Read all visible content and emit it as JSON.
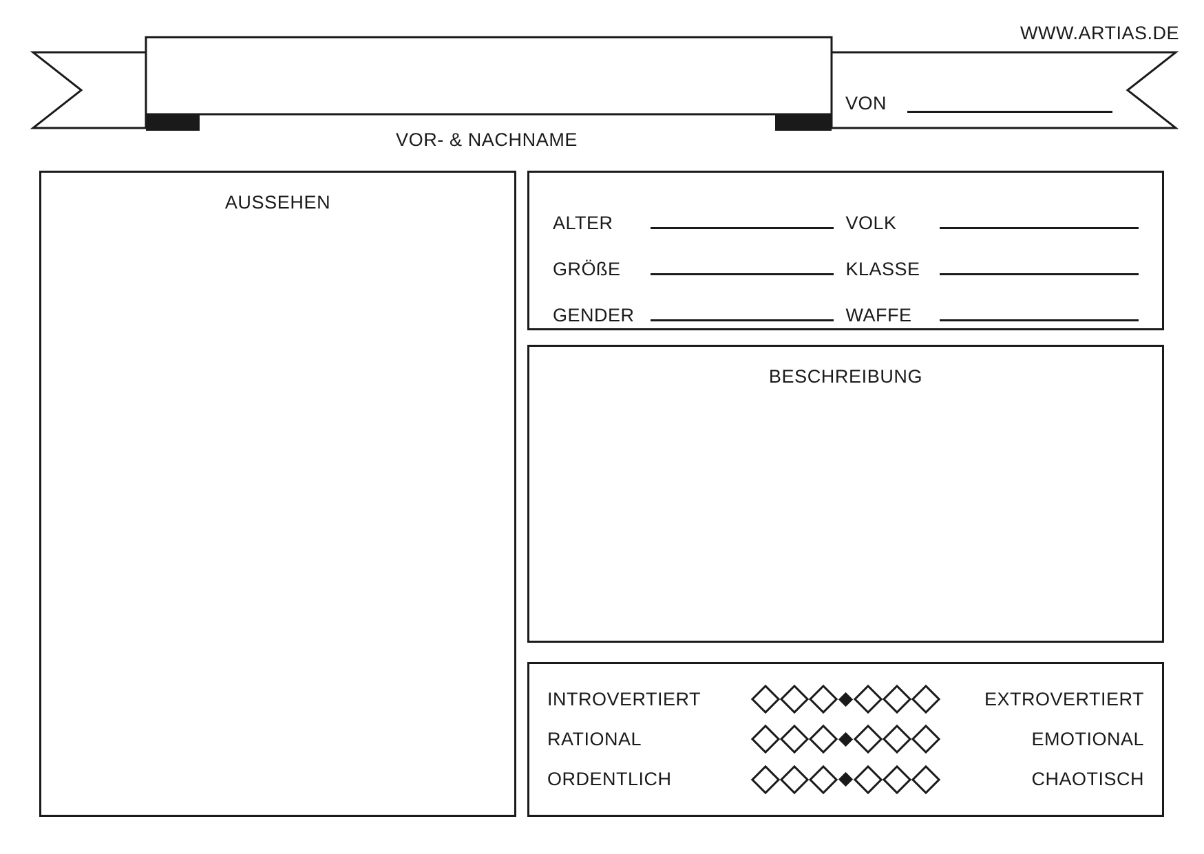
{
  "header": {
    "site_url": "WWW.ARTIAS.DE",
    "von_label": "VON",
    "name_caption": "VOR- & NACHNAME"
  },
  "appearance": {
    "title": "AUSSEHEN"
  },
  "description": {
    "title": "BESCHREIBUNG"
  },
  "attributes": {
    "rows": [
      {
        "left_label": "ALTER",
        "right_label": "VOLK"
      },
      {
        "left_label": "GRÖßE",
        "right_label": "KLASSE"
      },
      {
        "left_label": "GENDER",
        "right_label": "WAFFE"
      }
    ]
  },
  "personality": {
    "steps_per_side": 3,
    "rows": [
      {
        "left_label": "INTROVERTIERT",
        "right_label": "EXTROVERTIERT"
      },
      {
        "left_label": "RATIONAL",
        "right_label": "EMOTIONAL"
      },
      {
        "left_label": "ORDENTLICH",
        "right_label": "CHAOTISCH"
      }
    ]
  },
  "colors": {
    "ink": "#1a1a1a",
    "paper": "#ffffff"
  }
}
